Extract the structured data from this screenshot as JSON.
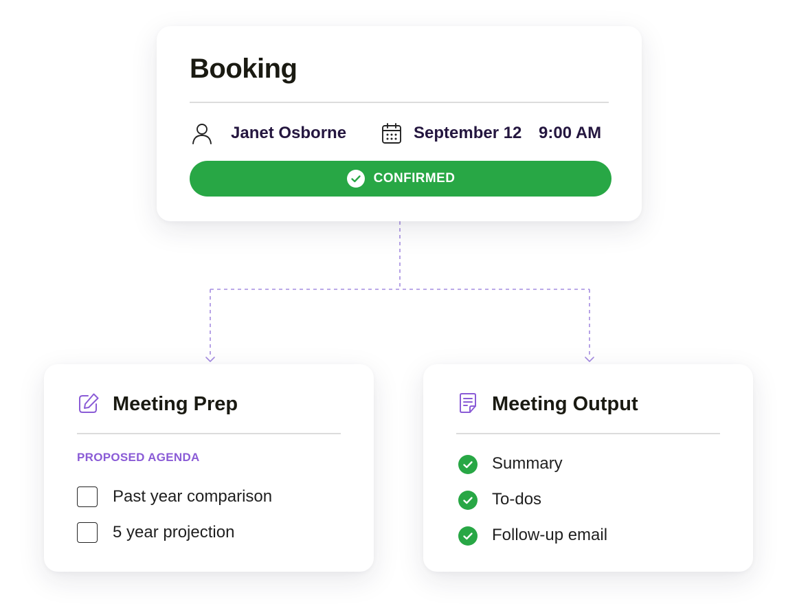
{
  "booking": {
    "title": "Booking",
    "person": "Janet Osborne",
    "date": "September 12",
    "time": "9:00 AM",
    "status": "CONFIRMED",
    "icons": {
      "person": "user-icon",
      "date": "calendar-icon",
      "status": "check-circle-icon"
    }
  },
  "meeting_prep": {
    "title": "Meeting Prep",
    "icon": "edit-icon",
    "section_label": "PROPOSED AGENDA",
    "items": [
      {
        "label": "Past year comparison",
        "checked": false
      },
      {
        "label": "5 year projection",
        "checked": false
      }
    ]
  },
  "meeting_output": {
    "title": "Meeting Output",
    "icon": "document-icon",
    "items": [
      {
        "label": "Summary",
        "done": true
      },
      {
        "label": "To-dos",
        "done": true
      },
      {
        "label": "Follow-up email",
        "done": true
      }
    ]
  },
  "colors": {
    "success": "#28a745",
    "accent": "#8a5bd6",
    "connector": "#a48be0",
    "title_text": "#1a1a12",
    "meta_text": "#24163f"
  }
}
